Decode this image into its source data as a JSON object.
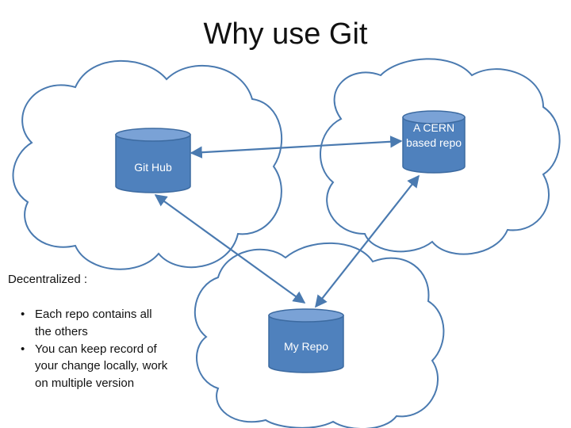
{
  "slide": {
    "title": "Why use Git"
  },
  "repos": {
    "github": "Git Hub",
    "cern": "A CERN based repo",
    "my_repo": "My Repo"
  },
  "notes": {
    "heading": "Decentralized :",
    "bullets": [
      "Each repo contains all the others",
      "You can keep record of your change locally, work on multiple version"
    ]
  },
  "colors": {
    "cloud_stroke": "#4a7ab0",
    "cylinder_fill": "#4f81bd",
    "cylinder_top": "#7aa2d6",
    "arrow": "#4a7ab0"
  }
}
